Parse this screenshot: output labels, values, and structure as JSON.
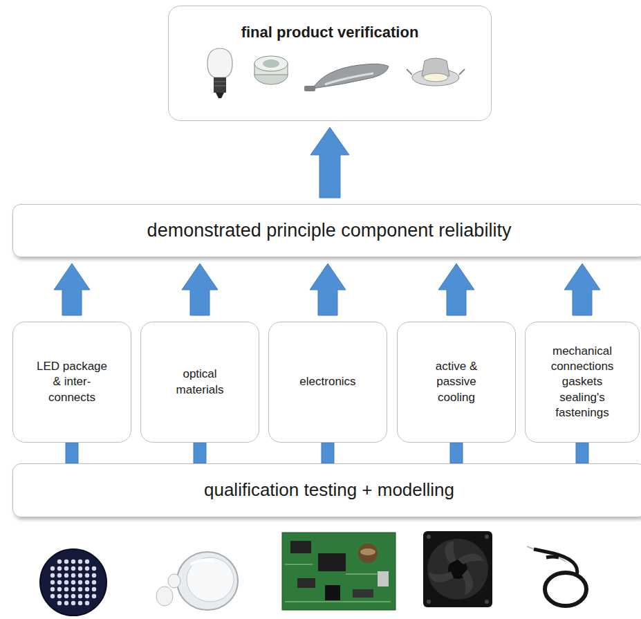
{
  "diagram": {
    "nodes": [
      {
        "text": [
          "final product verification"
        ]
      },
      {
        "text": [
          "demonstrated principle component reliability"
        ]
      },
      {
        "text": [
          "LED package & inter-connects"
        ]
      },
      {
        "text": [
          "optical materials"
        ]
      },
      {
        "text": [
          "electronics"
        ]
      },
      {
        "text": [
          "active & passive cooling"
        ]
      },
      {
        "text": [
          "mechanical connections gaskets sealing's fastenings"
        ]
      },
      {
        "text": [
          "qualification testing + modelling"
        ]
      }
    ],
    "edges": [
      {
        "from": 7,
        "to": 2,
        "arrow": "none"
      },
      {
        "from": 7,
        "to": 3,
        "arrow": "none"
      },
      {
        "from": 7,
        "to": 4,
        "arrow": "none"
      },
      {
        "from": 7,
        "to": 5,
        "arrow": "none"
      },
      {
        "from": 7,
        "to": 6,
        "arrow": "none"
      },
      {
        "from": 2,
        "to": 1,
        "arrow": "to"
      },
      {
        "from": 3,
        "to": 1,
        "arrow": "to"
      },
      {
        "from": 4,
        "to": 1,
        "arrow": "to"
      },
      {
        "from": 5,
        "to": 1,
        "arrow": "to"
      },
      {
        "from": 6,
        "to": 1,
        "arrow": "to"
      },
      {
        "from": 1,
        "to": 0,
        "arrow": "to"
      }
    ]
  }
}
